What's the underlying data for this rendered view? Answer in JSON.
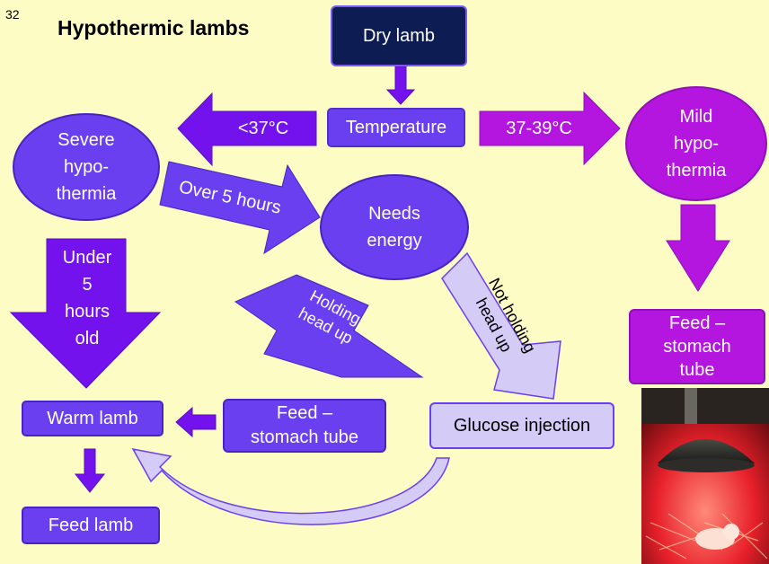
{
  "slide": {
    "number": "32",
    "title": "Hypothermic lambs"
  },
  "nodes": {
    "dry_lamb": "Dry lamb",
    "temperature": "Temperature",
    "severe": "Severe\nhypo-\nthermia",
    "mild": "Mild\nhypo-\nthermia",
    "needs_energy": "Needs\nenergy",
    "warm_lamb": "Warm lamb",
    "feed_tube_center": "Feed –\nstomach tube",
    "feed_tube_right": "Feed –\nstomach\ntube",
    "glucose": "Glucose injection",
    "feed_lamb": "Feed lamb"
  },
  "arrow_labels": {
    "below_37": "<37°C",
    "range_37_39": "37-39°C",
    "over_5_hours": "Over 5 hours",
    "under_5_hours": "Under\n5\nhours\nold",
    "holding_head_up": "Holding\nhead up",
    "not_holding_head_up": "Not holding\nhead up"
  },
  "colors": {
    "background": "#fdfcc4",
    "navy": "#0d1c52",
    "blue_violet": "#6a3ff0",
    "deep_violet": "#7412ee",
    "magenta": "#b416e0",
    "lavender": "#d4ccf6"
  },
  "photo": {
    "icon": "heat-lamp-lamb-photo"
  }
}
